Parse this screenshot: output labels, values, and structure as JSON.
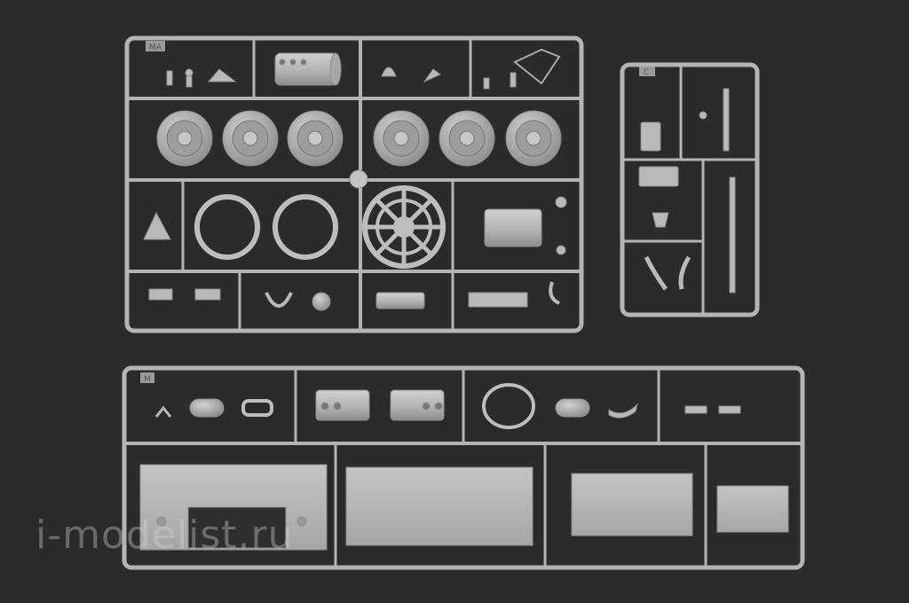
{
  "photo": {
    "background": "#2b2a2c",
    "plastic_color": "#b9b9b9",
    "plastic_shade": "#8e8e8e",
    "plastic_light": "#d4d4d4"
  },
  "sprues": {
    "top_left": {
      "label": "MA"
    },
    "right": {
      "label": "C"
    },
    "bottom": {
      "label": "M"
    }
  },
  "watermark": {
    "text": "i-modelist.ru"
  }
}
